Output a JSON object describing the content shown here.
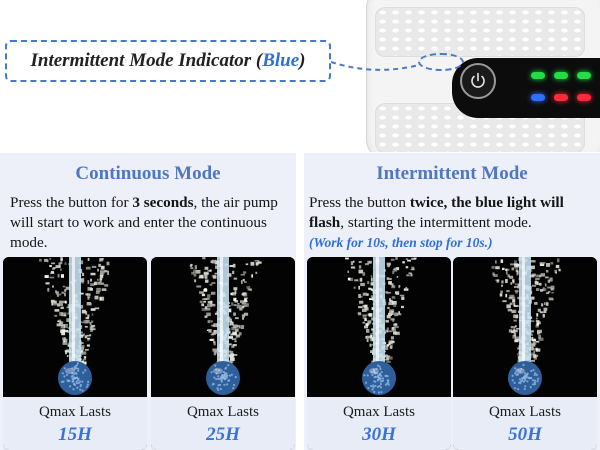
{
  "indicator": {
    "prefix": "Intermittent Mode Indicator (",
    "color_word": "Blue",
    "suffix": ")"
  },
  "device": {
    "icons": [
      "power-icon"
    ],
    "led_colors": [
      "#22dd44",
      "#22dd44",
      "#22dd44",
      "#2f6fff",
      "#ff2b3b",
      "#ff2b3b"
    ]
  },
  "continuous": {
    "title": "Continuous Mode",
    "desc_pre": "Press the button for ",
    "desc_bold": "3 seconds",
    "desc_post": ", the air pump will start to work and enter the continuous mode.",
    "cards": [
      {
        "label": "Qmax Lasts",
        "value": "15H"
      },
      {
        "label": "Qmax Lasts",
        "value": "25H"
      }
    ]
  },
  "intermittent": {
    "title": "Intermittent Mode",
    "desc_pre": "Press the button ",
    "desc_bold": "twice, the blue light will flash",
    "desc_post": ", starting the intermittent mode.",
    "note": "(Work for 10s, then stop for 10s.)",
    "cards": [
      {
        "label": "Qmax Lasts",
        "value": "30H"
      },
      {
        "label": "Qmax Lasts",
        "value": "50H"
      }
    ]
  },
  "colors": {
    "accent": "#4f77c3",
    "highlight_blue": "#2f6fd8",
    "panel_bg": "#edf0f8"
  }
}
